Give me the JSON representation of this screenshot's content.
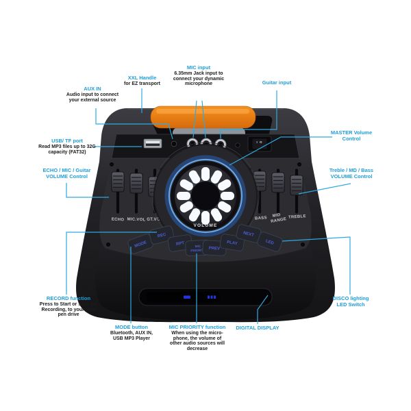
{
  "annotations": {
    "aux_in": {
      "title_lines": [
        "AUX IN"
      ],
      "body_lines": [
        "Audio input to connect",
        "your external source"
      ]
    },
    "xxl_handle": {
      "title_lines": [
        "XXL Handle"
      ],
      "body_lines": [
        "for EZ transport"
      ]
    },
    "mic_input": {
      "title_lines": [
        "MIC input"
      ],
      "body_lines": [
        "6.35mm Jack input to",
        "connect your dynamic",
        "microphone"
      ]
    },
    "guitar_input": {
      "title_lines": [
        "Guitar input"
      ],
      "body_lines": []
    },
    "master_volume": {
      "title_lines": [
        "MASTER Volume",
        "Control"
      ],
      "body_lines": []
    },
    "treble_mid_bass": {
      "title_lines": [
        "Treble / MD / Bass",
        "VOLUME Control"
      ],
      "body_lines": []
    },
    "usb_tf": {
      "title_lines": [
        "USB/ TF port"
      ],
      "body_lines": [
        "Read MP3 files up to 32G",
        "capacity (FAT32)"
      ]
    },
    "echo_mic_guitar": {
      "title_lines": [
        "ECHO / MIC / Guitar",
        "VOLUME Control"
      ],
      "body_lines": []
    },
    "record": {
      "title_lines": [
        "RECORD function"
      ],
      "body_lines": [
        "Press to Start or Stop the",
        "Recording, to your USB",
        "pen drive"
      ]
    },
    "mode": {
      "title_lines": [
        "MODE button"
      ],
      "body_lines": [
        "Bluetooth, AUX IN,",
        "USB MP3 Player"
      ]
    },
    "mic_priority": {
      "title_lines": [
        "MIC PRIORITY function"
      ],
      "body_lines": [
        "When using the micro-",
        "phone, the volume of",
        "other audio sources will",
        "decrease"
      ]
    },
    "digital_display": {
      "title_lines": [
        "DIGITAL DISPLAY"
      ],
      "body_lines": []
    },
    "disco_led": {
      "title_lines": [
        "DISCO lighting",
        "LED Switch"
      ],
      "body_lines": []
    }
  },
  "speaker": {
    "volume_knob_label": "VOLUME",
    "slider_labels": {
      "echo": "ECHO",
      "mic_vol": "MIC.VOL",
      "gt_vol": "GT.VOL",
      "bass": "BASS",
      "mid_line1": "MID",
      "mid_line2": "RANGE",
      "treble": "TREBLE"
    },
    "buttons": {
      "mode": "MODE",
      "rec": "REC",
      "rpt": "RPT",
      "mic_priority_line1": "MIC",
      "mic_priority_line2": "PRIORITY",
      "prev": "PREV",
      "play": "PLAY",
      "next": "NEXT",
      "led": "LED"
    },
    "power_markings": "I O"
  },
  "colors": {
    "annotation_heading": "#1e9ed9",
    "annotation_body": "#1b1b1b",
    "leader_line": "#2fa9e1",
    "handle_orange": "#e8791a",
    "knob_led_ring": "#5ea9f0",
    "knob_spokes": "#f7faff",
    "button_label_blue": "#4d5dd6",
    "display_led_blue": "#2338e8",
    "background": "#ffffff"
  }
}
